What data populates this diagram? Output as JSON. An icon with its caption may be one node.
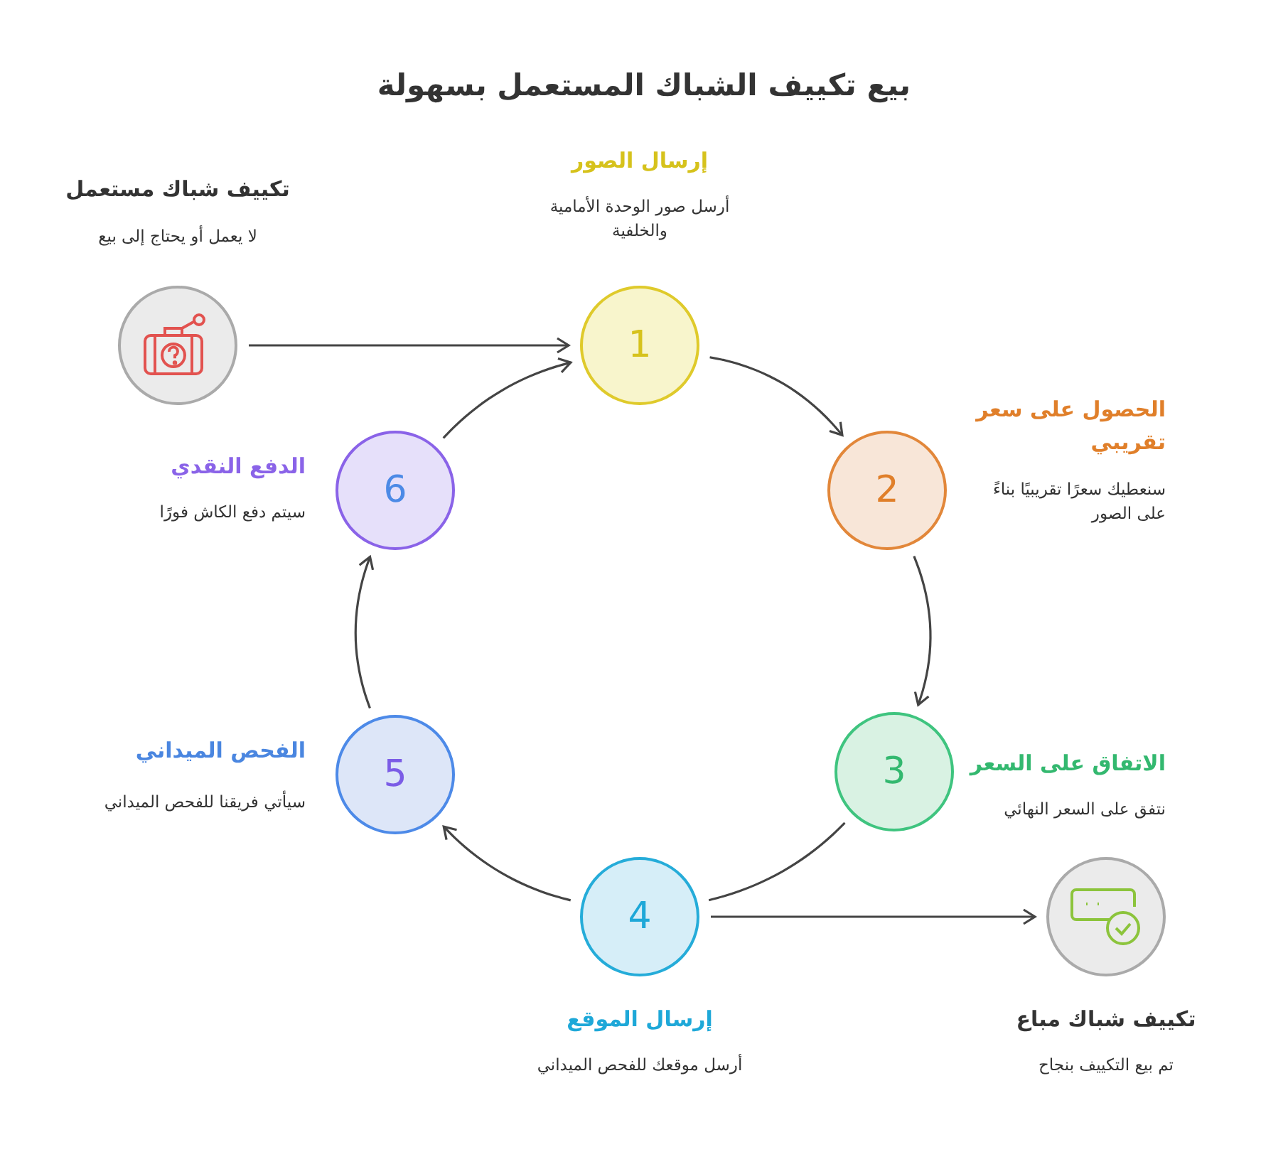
{
  "diagram": {
    "title": "بيع تكييف الشباك المستعمل بسهولة",
    "nodes": [
      {
        "text": [],
        "shape": "circle",
        "beside": [
          "تكييف شباك مستعمل",
          "لا يعمل أو يحتاج إلى بيع"
        ]
      },
      {
        "text": [
          "1"
        ],
        "beside": [
          "إرسال الصور",
          "أرسل صور الوحدة الأمامية والخلفية"
        ]
      },
      {
        "text": [
          "2"
        ],
        "beside": [
          "الحصول على سعر تقريبي",
          "سنعطيك سعرًا تقريبيًا بناءً على الصور"
        ]
      },
      {
        "text": [
          "3"
        ],
        "beside": [
          "الاتفاق على السعر",
          "نتفق على السعر النهائي"
        ]
      },
      {
        "text": [
          "4"
        ],
        "beside": [
          "إرسال الموقع",
          "أرسل موقعك للفحص الميداني"
        ]
      },
      {
        "text": [
          "5"
        ],
        "beside": [
          "الفحص الميداني",
          "سيأتي فريقنا للفحص الميداني"
        ]
      },
      {
        "text": [
          "6"
        ],
        "beside": [
          "الدفع النقدي",
          "سيتم دفع الكاش فورًا"
        ]
      },
      {
        "text": [],
        "shape": "circle",
        "beside": [
          "تكييف شباك مباع",
          "تم بيع التكييف بنجاح"
        ]
      }
    ],
    "edges": [
      {
        "from": 0,
        "to": 1,
        "arrow": "to"
      },
      {
        "from": 1,
        "to": 2,
        "arrow": "to"
      },
      {
        "from": 2,
        "to": 3,
        "arrow": "to"
      },
      {
        "from": 3,
        "to": 4,
        "arrow": "none"
      },
      {
        "from": 4,
        "to": 5,
        "arrow": "to"
      },
      {
        "from": 5,
        "to": 6,
        "arrow": "to"
      },
      {
        "from": 6,
        "to": 1,
        "arrow": "to"
      },
      {
        "from": 4,
        "to": 7,
        "arrow": "to"
      }
    ]
  }
}
